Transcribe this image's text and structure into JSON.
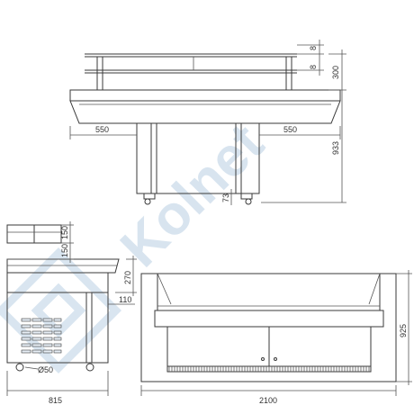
{
  "watermark": {
    "text": "Kolnet",
    "color": "#b9cfe3"
  },
  "front_view": {
    "dim_top_small_1": "8",
    "dim_top_small_2": "8",
    "dim_top_height": "300",
    "dim_left_overhang": "550",
    "dim_right_overhang": "550",
    "dim_total_height": "933",
    "dim_foot": "73"
  },
  "side_view": {
    "dim_top_150_a": "150",
    "dim_top_150_b": "150",
    "dim_270": "270",
    "dim_110": "110",
    "dim_diameter": "Ø50",
    "dim_depth": "815"
  },
  "rear_view": {
    "dim_height": "925",
    "dim_width": "2100"
  }
}
